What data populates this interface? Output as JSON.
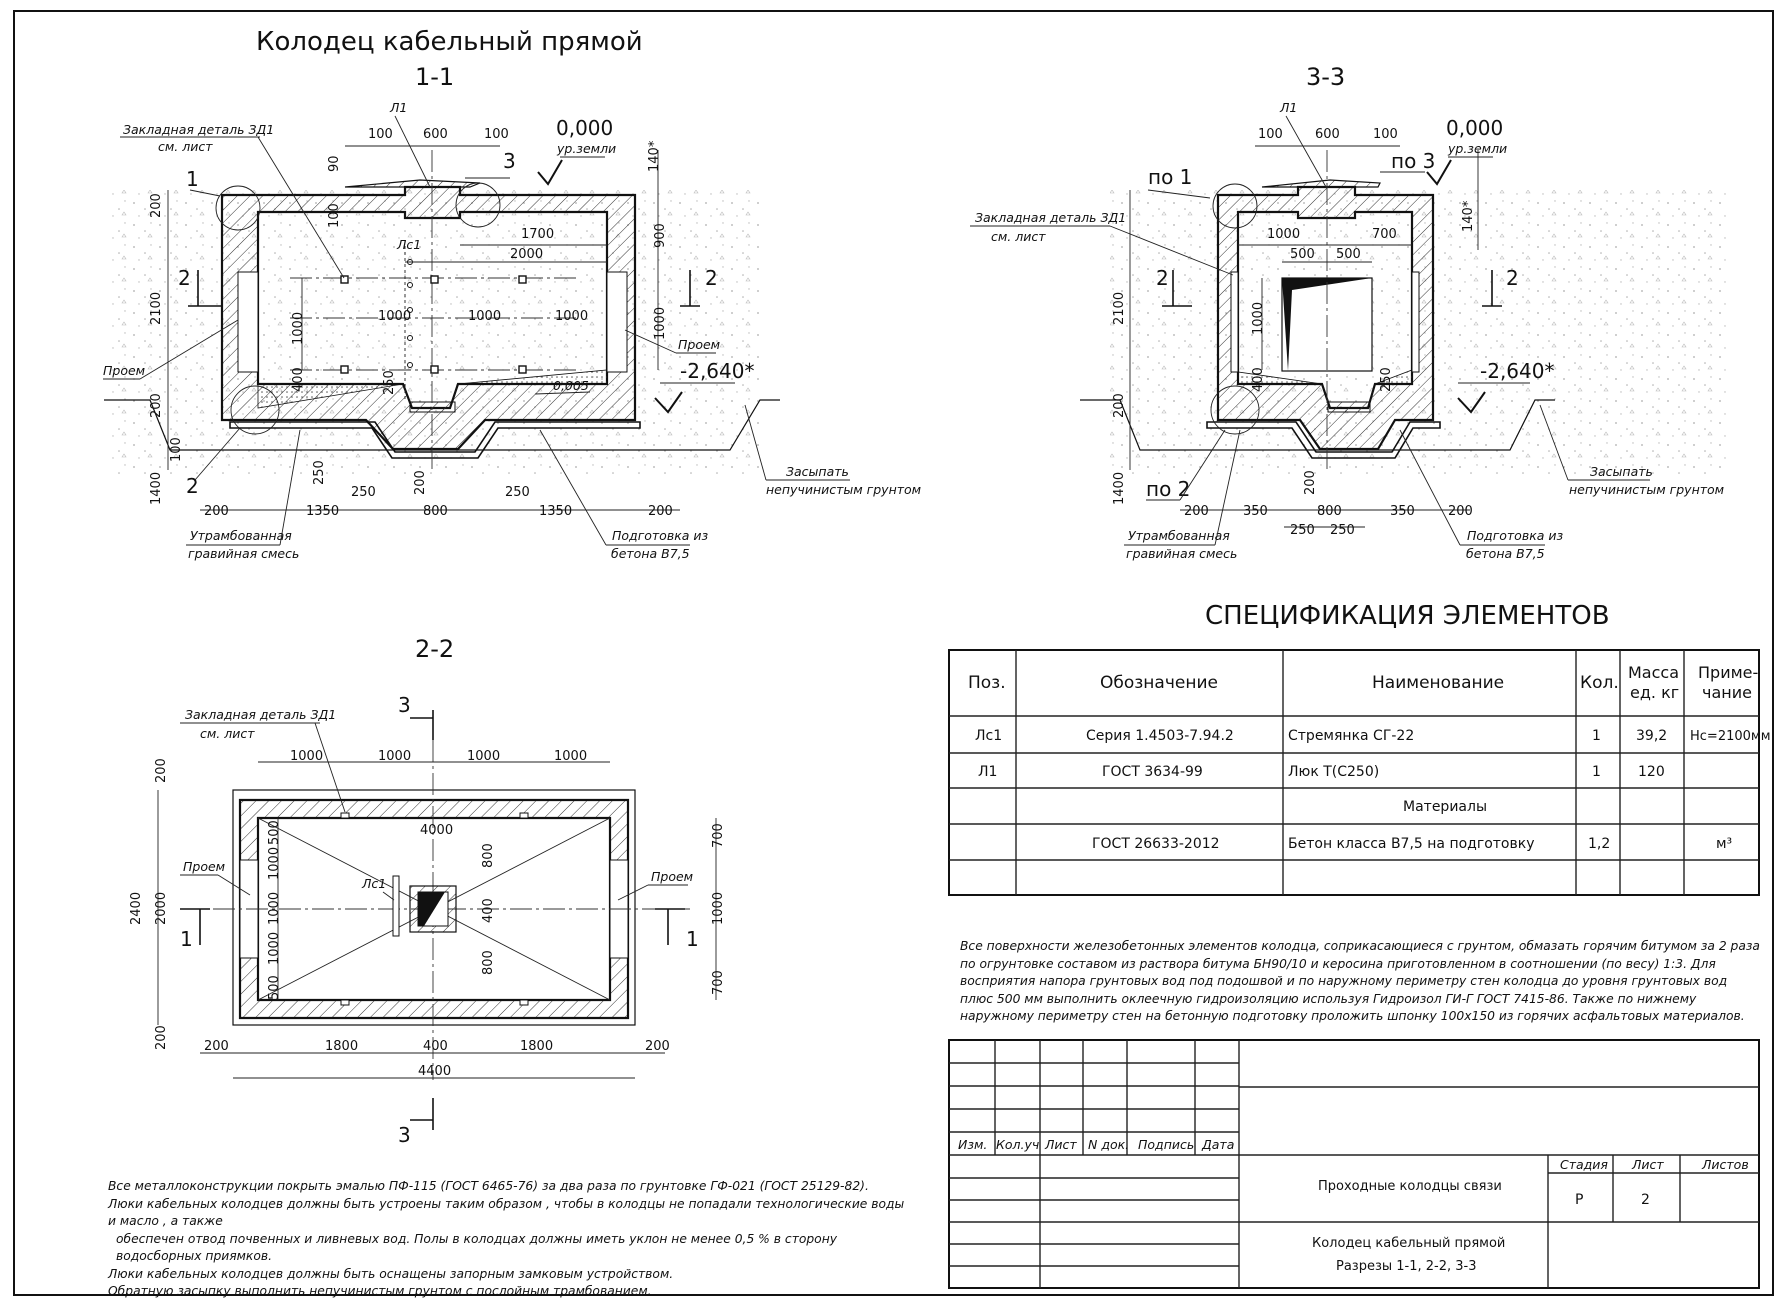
{
  "title": "Колодец кабельный прямой",
  "sections": {
    "s11": {
      "name": "1-1"
    },
    "s33": {
      "name": "3-3"
    },
    "s22": {
      "name": "2-2"
    }
  },
  "labels": {
    "zd1": "Закладная деталь ЗД1",
    "zd1_sub": "см. лист",
    "l1": "Л1",
    "lc1": "Лс1",
    "proem": "Проем",
    "level0": "0,000",
    "level0_sub": "ур.земли",
    "level_bottom": "-2,640*",
    "zasypat1": "Засыпать",
    "zasypat2": "непучинистым грунтом",
    "gravel1": "Утрамбованная",
    "gravel2": "гравийная смесь",
    "prep1": "Подготовка из",
    "prep2": "бетона В7,5",
    "slope": "0,005",
    "po1": "по 1",
    "po2": "по 2",
    "po3": "по 3",
    "n1": "1",
    "n2": "2",
    "n3": "3"
  },
  "dims_11": {
    "top": [
      "100",
      "600",
      "100"
    ],
    "d90": "90",
    "d100": "100",
    "d140": "140*",
    "d900": "900",
    "d1700": "1700",
    "d2000": "2000",
    "d1000a": "1000",
    "d1000b": "1000",
    "d1000c": "1000",
    "left200": "200",
    "left2100": "2100",
    "left200b": "200",
    "left100": "100",
    "left1400": "1400",
    "in1000": "1000",
    "in400": "400",
    "in250": "250",
    "right1000": "1000",
    "bot": [
      "200",
      "1350",
      "250",
      "800",
      "250",
      "1350",
      "200"
    ],
    "b250": "250",
    "b200": "200"
  },
  "dims_33": {
    "top": [
      "100",
      "600",
      "100"
    ],
    "d1000": "1000",
    "d700": "700",
    "d500a": "500",
    "d500b": "500",
    "d140": "140*",
    "d2100": "2100",
    "d200": "200",
    "d1000v": "1000",
    "d400": "400",
    "d250": "250",
    "d1400": "1400",
    "bot": [
      "200",
      "350",
      "800",
      "350",
      "200"
    ],
    "bot2": [
      "250",
      "250"
    ],
    "b200": "200"
  },
  "dims_22": {
    "top": [
      "1000",
      "1000",
      "1000",
      "1000"
    ],
    "d4000": "4000",
    "left": [
      "200",
      "2400",
      "2000",
      "200"
    ],
    "inner": [
      "500",
      "1000",
      "1000",
      "1000",
      "500"
    ],
    "c800a": "800",
    "c400": "400",
    "c800b": "800",
    "right": [
      "700",
      "1000",
      "700"
    ],
    "bot": [
      "200",
      "1800",
      "400",
      "1800",
      "200"
    ],
    "total": "4400"
  },
  "spec": {
    "title": "СПЕЦИФИКАЦИЯ ЭЛЕМЕНТОВ",
    "headers": [
      "Поз.",
      "Обозначение",
      "Наименование",
      "Кол.",
      "Масса ед. кг",
      "Приме- чание"
    ],
    "rows": [
      [
        "Лс1",
        "Серия 1.4503-7.94.2",
        "Стремянка СГ-22",
        "1",
        "39,2",
        "Нс=2100мм"
      ],
      [
        "Л1",
        "ГОСТ 3634-99",
        "Люк Т(С250)",
        "1",
        "120",
        ""
      ],
      [
        "",
        "",
        "Материалы",
        "",
        "",
        ""
      ],
      [
        "",
        "ГОСТ 26633-2012",
        "Бетон класса В7,5 на подготовку",
        "1,2",
        "",
        "м³"
      ],
      [
        "",
        "",
        "",
        "",
        "",
        ""
      ]
    ]
  },
  "note_right": "Все поверхности железобетонных элементов колодца, соприкасающиеся с грунтом, обмазать горячим битумом за 2 раза по огрунтовке составом из раствора битума БН90/10 и керосина приготовленном в соотношении (по весу) 1:3. Для восприятия напора грунтовых вод под подошвой и по наружному периметру стен колодца до уровня грунтовых вод плюс 500 мм выполнить оклеечную гидроизоляцию используя Гидроизол ГИ-Г ГОСТ 7415-86. Также по нижнему наружному периметру стен на бетонную подготовку проложить шпонку 100х150 из горячих асфальтовых материалов.",
  "notes_left": [
    "Все металлоконструкции покрыть эмалью ПФ-115 (ГОСТ 6465-76) за два раза по грунтовке ГФ-021 (ГОСТ 25129-82).",
    "Люки кабельных колодцев должны быть устроены таким образом , чтобы в колодцы не попадали технологические воды и масло , а также",
    "обеспечен отвод почвенных и ливневых вод. Полы в колодцах должны иметь уклон не менее 0,5 % в сторону водосборных приямков.",
    "Люки кабельных колодцев должны быть оснащены запорным замковым устройством.",
    "Обратную засыпку выполнить непучинистым грунтом с послойным трамбованием."
  ],
  "stamp": {
    "cols": [
      "Изм.",
      "Кол.уч",
      "Лист",
      "N док.",
      "Подпись",
      "Дата"
    ],
    "project": "Проходные колодцы связи",
    "stage_h": "Стадия",
    "sheet_h": "Лист",
    "sheets_h": "Листов",
    "stage": "Р",
    "sheet": "2",
    "sheets": "",
    "doc1": "Колодец кабельный прямой",
    "doc2": "Разрезы 1-1, 2-2, 3-3"
  }
}
